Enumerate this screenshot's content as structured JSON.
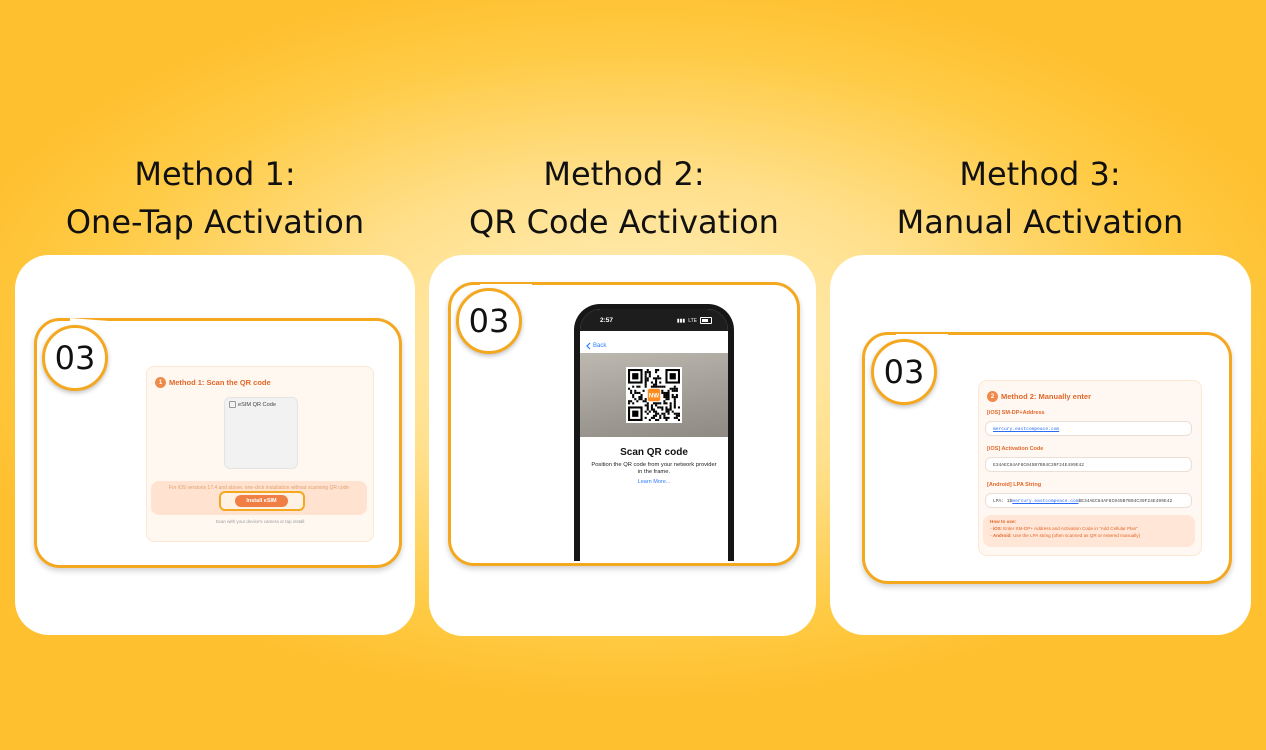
{
  "page": {
    "background_accent": "#ffc030",
    "outline_color": "#f4a81f"
  },
  "methods": [
    {
      "line1": "Method 1:",
      "line2": "One-Tap Activation",
      "badge": "03"
    },
    {
      "line1": "Method 2:",
      "line2": "QR Code Activation",
      "badge": "03"
    },
    {
      "line1": "Method 3:",
      "line2": "Manual Activation",
      "badge": "03"
    }
  ],
  "panel1": {
    "step_number": "1",
    "heading": "Method 1: Scan the QR code",
    "qr_alt_text": "eSIM QR Code",
    "note": "For iOS versions 17.4 and above, one-click installation without scanning QR code",
    "install_button": "Install eSIM",
    "footer": "Scan with your device's camera or tap install"
  },
  "panel2": {
    "status_time": "2:57",
    "status_signal": "LTE",
    "back_label": "Back",
    "scan_title": "Scan QR code",
    "scan_description": "Position the QR code from your network provider in the frame.",
    "learn_more": "Learn More...",
    "qr_logo_text": "NW"
  },
  "panel3": {
    "step_number": "2",
    "heading": "Method 2: Manually enter",
    "ios_address_label": "[iOS] SM-DP+Address",
    "ios_address_value": "mercury.eastcompeace.com",
    "ios_code_label": "[iOS] Activation Code",
    "ios_code_value": "E34AEC84AF8C045B7B94C39F24E499E42",
    "android_label": "[Android] LPA String",
    "android_prefix": "LPA: 1$",
    "android_link": "mercury.eastcompeace.com",
    "android_suffix": "$E34AEC84AF8C045B7B94C39F24E499E42",
    "howto_title": "How to use:",
    "howto_ios_label": "iOS",
    "howto_ios_text": ": Enter SM-DP+ Address and Activation Code in \"Add Cellular Plan\"",
    "howto_android_label": "Android",
    "howto_android_text": ": Use the LPA string (often scanned as QR or entered manually)"
  }
}
